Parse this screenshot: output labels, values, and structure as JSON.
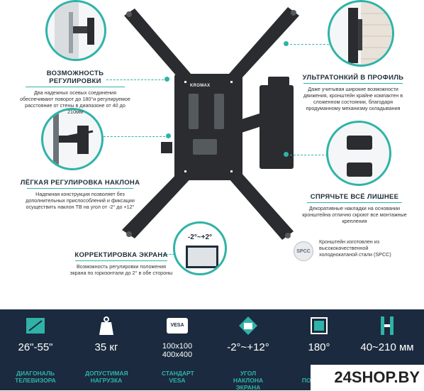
{
  "features": {
    "adjust": {
      "title": "ВОЗМОЖНОСТЬ РЕГУЛИРОВКИ",
      "desc": "Два надежных осевых соединения обеспечивают поворот до 180°и регулируемое расстояние от стены в диапазоне от 40 до 210мм"
    },
    "tilt": {
      "title": "ЛЁГКАЯ РЕГУЛИРОВКА НАКЛОНА",
      "desc": "Надежная конструкция позволяет без дополнительных приспособлений и фиксации осуществить наклон ТВ на угол от -2° до +12°"
    },
    "screen": {
      "title": "КОРРЕКТИРОВКА ЭКРАНА",
      "desc": "Возможность регулировки положения экрана по горизонтали до 2° в обе стороны"
    },
    "slim": {
      "title": "УЛЬТРАТОНКИЙ В ПРОФИЛЬ",
      "desc": "Даже учитывая широкие возможности движения, кронштейн крайне компактен в сложенном состоянии, благодаря продуманному механизму складывания"
    },
    "hide": {
      "title": "СПРЯЧЬТЕ ВСЁ ЛИШНЕЕ",
      "desc": "Декоративные накладки на основании кронштейна отлично скроют все монтажные крепления"
    },
    "steel": {
      "badge": "SPCC",
      "desc": "Кронштейн изготовлен из высококачественной холоднокатаной стали (SPCC)"
    }
  },
  "screen_angle_label": "-2°~+2°",
  "mount_logo": "KROMAX",
  "specs": [
    {
      "icon": "diagonal-icon",
      "value": "26\"-55\"",
      "label": "ДИАГОНАЛЬ ТЕЛЕВИЗОРА"
    },
    {
      "icon": "weight-icon",
      "value": "35 кг",
      "label": "ДОПУСТИМАЯ НАГРУЗКА"
    },
    {
      "icon": "vesa-icon",
      "icon_text": "VESA",
      "value": "100x100 400x400",
      "label": "СТАНДАРТ VESA"
    },
    {
      "icon": "tilt-icon",
      "value": "-2°~+12°",
      "label": "УГОЛ НАКЛОНА ЭКРАНА"
    },
    {
      "icon": "swivel-icon",
      "value": "180°",
      "label": "УГОЛ ПОВОРОТА"
    },
    {
      "icon": "distance-icon",
      "value": "40~210 мм",
      "label": ""
    }
  ],
  "brand_watermark": "24SHOP.BY",
  "colors": {
    "accent": "#2fb3a8",
    "spec_bar": "#1b2a3e",
    "mount": "#2a2c2f"
  }
}
